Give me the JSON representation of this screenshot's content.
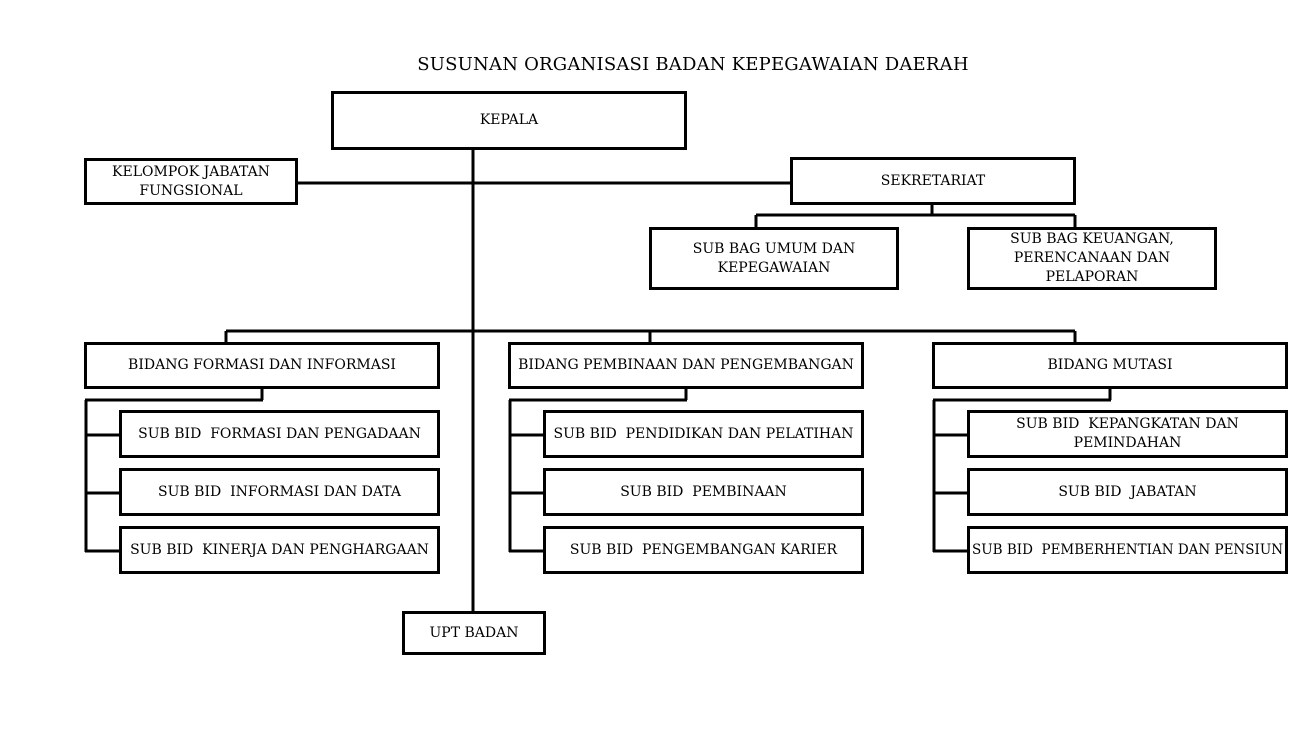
{
  "title": "SUSUNAN ORGANISASI BADAN KEPEGAWAIAN DAERAH",
  "nodes": {
    "kepala": "KEPALA",
    "kelompok_jabatan_fungsional": [
      "KELOMPOK JABATAN",
      "FUNGSIONAL"
    ],
    "sekretariat": "SEKRETARIAT",
    "sub_bag_umum": [
      "SUB BAG UMUM DAN",
      "KEPEGAWAIAN"
    ],
    "sub_bag_keuangan": [
      "SUB BAG KEUANGAN,",
      "PERENCANAAN DAN",
      "PELAPORAN"
    ],
    "bidang_formasi": "BIDANG FORMASI DAN INFORMASI",
    "bidang_pembinaan": "BIDANG PEMBINAAN DAN PENGEMBANGAN",
    "bidang_mutasi": "BIDANG MUTASI",
    "sub_bid_formasi": "SUB BID  FORMASI DAN PENGADAAN",
    "sub_bid_informasi": "SUB BID  INFORMASI DAN DATA",
    "sub_bid_kinerja": "SUB BID  KINERJA DAN PENGHARGAAN",
    "sub_bid_pendidikan": "SUB BID  PENDIDIKAN DAN PELATIHAN",
    "sub_bid_pembinaan": "SUB BID  PEMBINAAN",
    "sub_bid_pengembangan": "SUB BID  PENGEMBANGAN KARIER",
    "sub_bid_kepangkatan": [
      "SUB BID  KEPANGKATAN DAN",
      "PEMINDAHAN"
    ],
    "sub_bid_jabatan": "SUB BID  JABATAN",
    "sub_bid_pemberhentian": "SUB BID  PEMBERHENTIAN DAN PENSIUN",
    "upt_badan": "UPT BADAN"
  }
}
